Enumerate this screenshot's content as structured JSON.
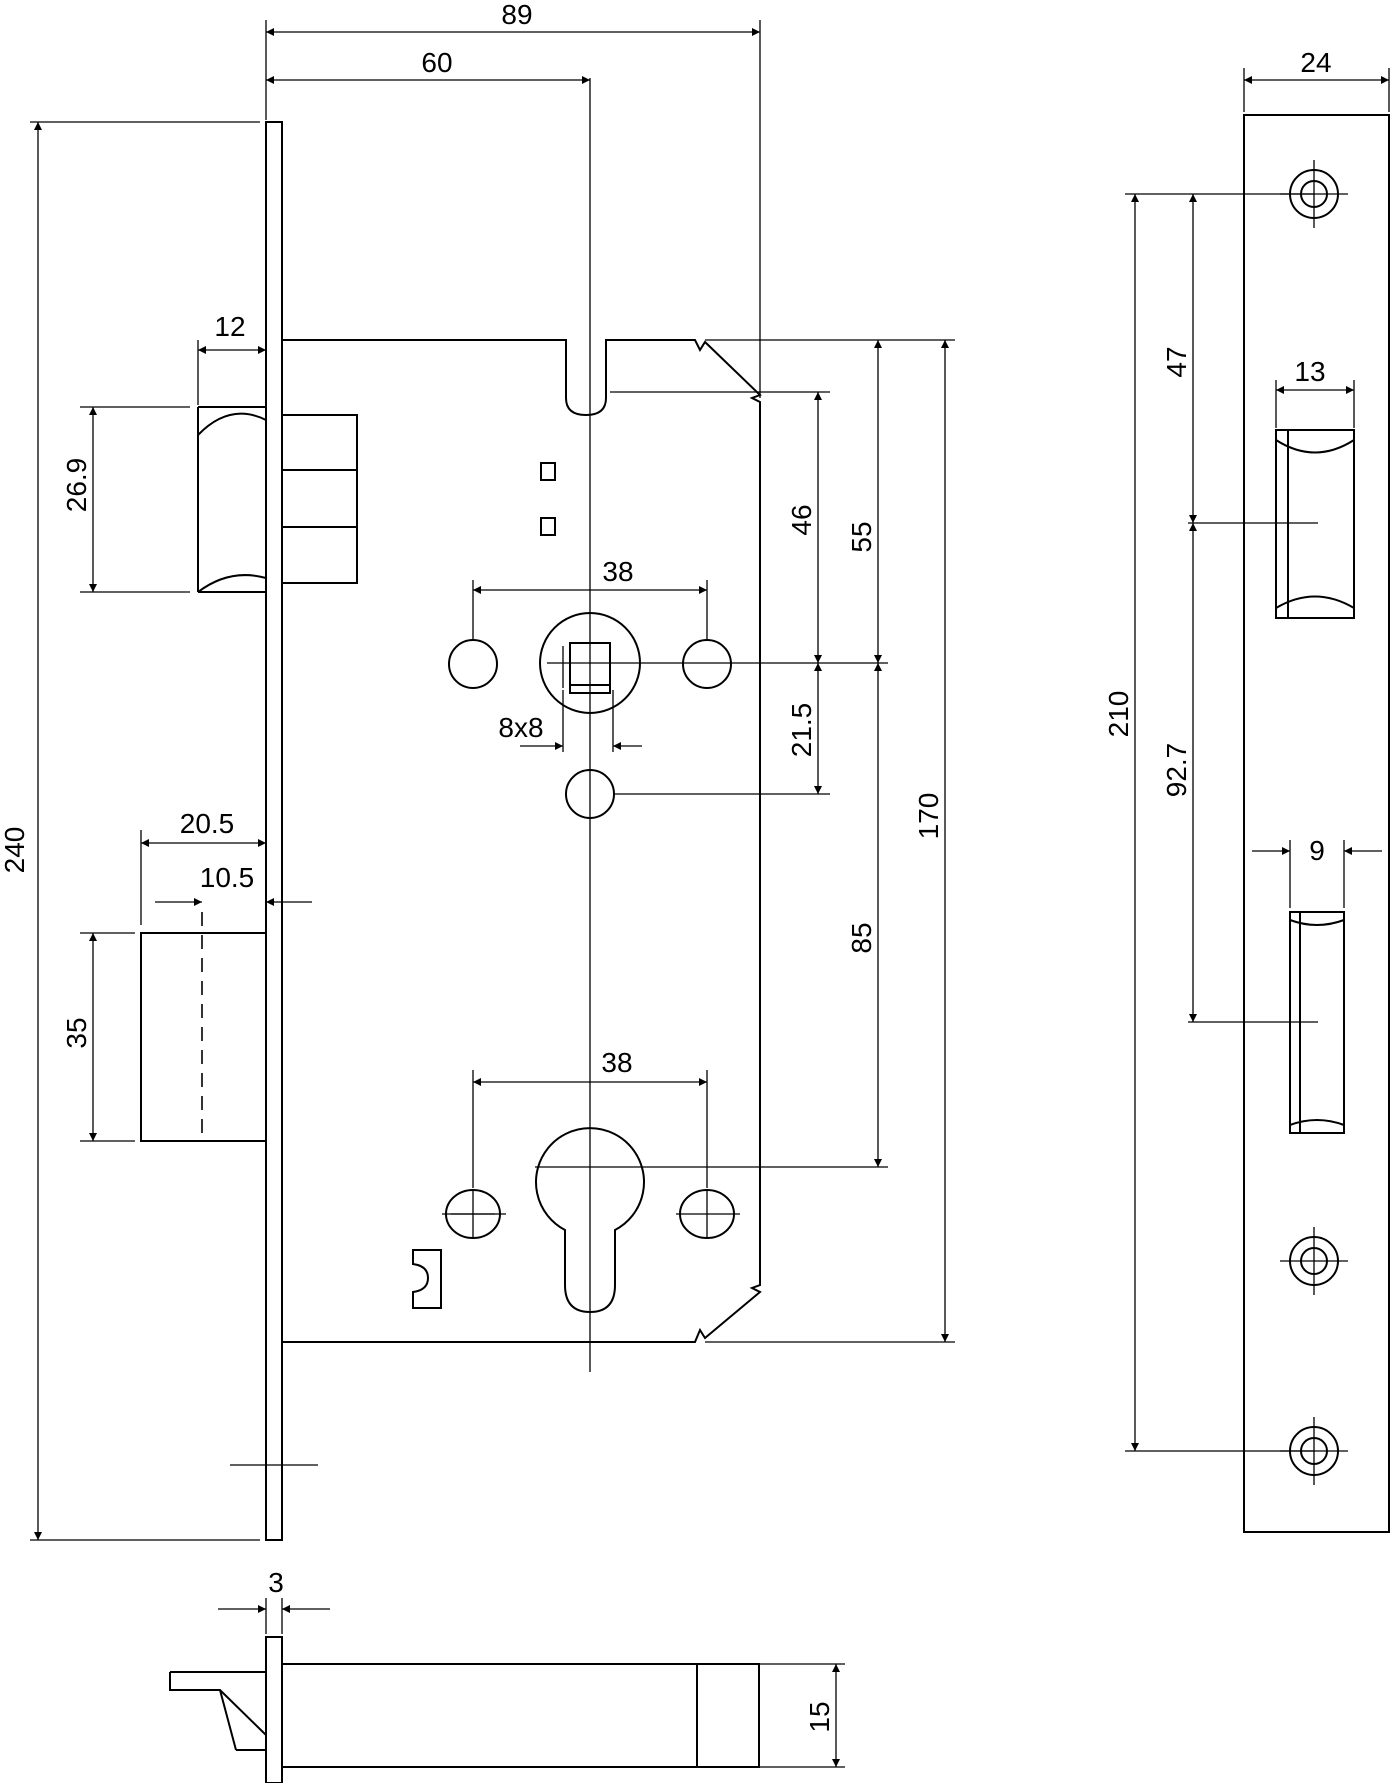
{
  "dimensions": {
    "overall_depth": "89",
    "backset": "60",
    "faceplate_height": "240",
    "latch_projection": "12",
    "latch_height": "26.9",
    "deadbolt_throw": "20.5",
    "deadbolt_offset": "10.5",
    "deadbolt_height": "35",
    "handle_screw_spacing": "38",
    "spindle_size": "8x8",
    "spindle_to_top": "46",
    "body_top_to_spindle": "55",
    "spindle_to_screw": "21.5",
    "body_height": "170",
    "spindle_to_cylinder": "85",
    "cylinder_screw_spacing": "38",
    "strike_width": "24",
    "latch_window_width": "13",
    "screw_to_latch": "47",
    "strike_screw_spacing": "210",
    "latch_to_bolt": "92.7",
    "bolt_window_width": "9",
    "faceplate_thickness": "3",
    "bolt_thickness": "15"
  }
}
